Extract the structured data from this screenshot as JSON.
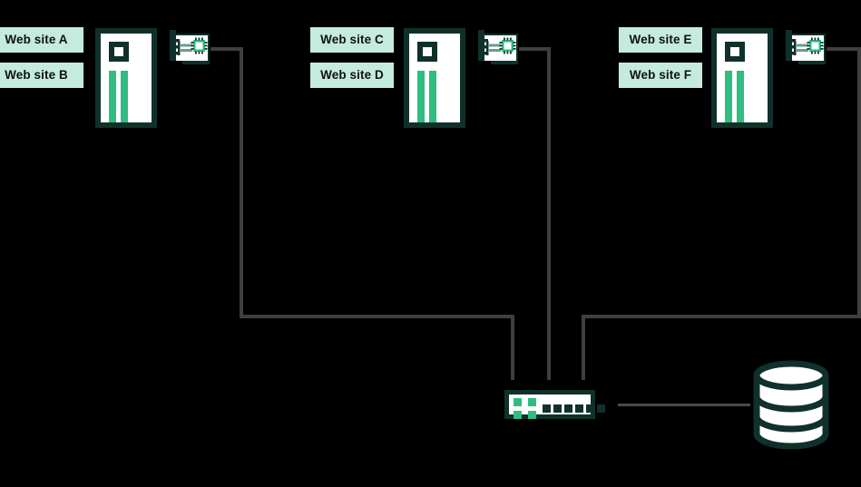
{
  "diagram": {
    "title": "Multi-site web server to database network topology",
    "background_color": "#000000",
    "colors": {
      "accent_dark_green": "#10312b",
      "accent_green": "#2fbd80",
      "label_background": "#c5ebdd",
      "label_text": "#0d1116",
      "connector": "#3f3f41",
      "device_fill": "#ffffff"
    },
    "groups": [
      {
        "id": "group-a",
        "labels": [
          "Web site A",
          "Web site B"
        ],
        "server_icon": "server-tower-icon",
        "nic_icon": "network-interface-card-icon"
      },
      {
        "id": "group-b",
        "labels": [
          "Web site C",
          "Web site D"
        ],
        "server_icon": "server-tower-icon",
        "nic_icon": "network-interface-card-icon"
      },
      {
        "id": "group-c",
        "labels": [
          "Web site E",
          "Web site F"
        ],
        "server_icon": "server-tower-icon",
        "nic_icon": "network-interface-card-icon"
      }
    ],
    "switch": {
      "id": "network-switch",
      "icon": "network-switch-icon",
      "green_port_count": 4,
      "dark_port_count": 6
    },
    "database": {
      "id": "database",
      "icon": "database-cylinder-icon",
      "segments": 3
    },
    "connections": [
      {
        "from": "group-a-nic",
        "to": "network-switch"
      },
      {
        "from": "group-b-nic",
        "to": "network-switch"
      },
      {
        "from": "group-c-nic",
        "to": "network-switch"
      },
      {
        "from": "network-switch",
        "to": "database"
      }
    ]
  }
}
